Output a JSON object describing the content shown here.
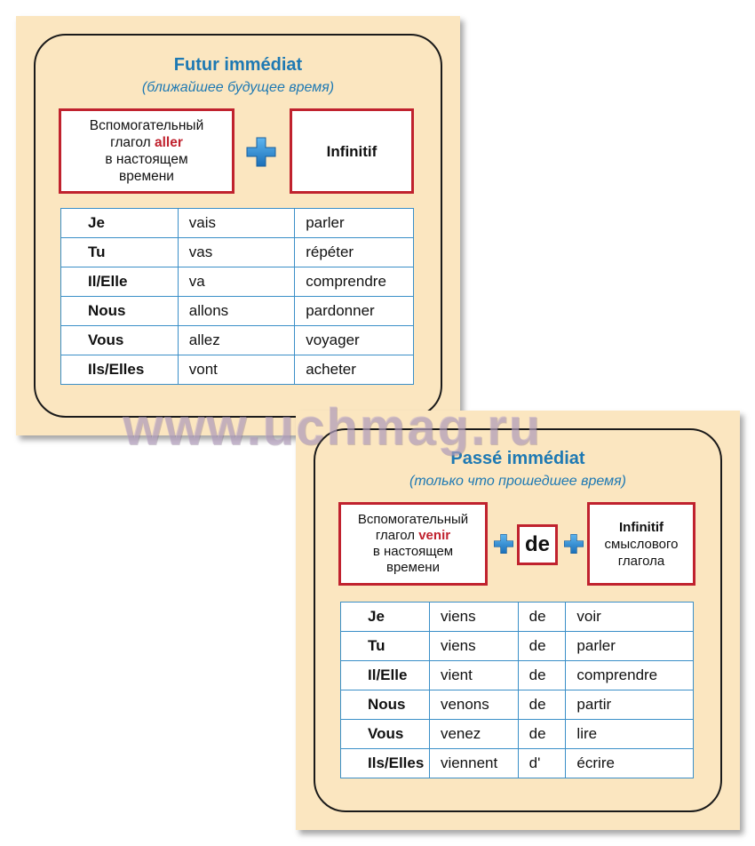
{
  "card1": {
    "title": "Futur immédiat",
    "subtitle": "(ближайшее будущее время)",
    "box_left": {
      "line1": "Вспомогательный",
      "line2_pre": "глагол ",
      "line2_verb": "aller",
      "line3": "в настоящем",
      "line4": "времени"
    },
    "box_right": "Infinitif",
    "rows": [
      [
        "Je",
        "vais",
        "parler"
      ],
      [
        "Tu",
        "vas",
        "répéter"
      ],
      [
        "Il/Elle",
        "va",
        "comprendre"
      ],
      [
        "Nous",
        "allons",
        "pardonner"
      ],
      [
        "Vous",
        "allez",
        "voyager"
      ],
      [
        "Ils/Elles",
        "vont",
        "acheter"
      ]
    ]
  },
  "card2": {
    "title": "Passé immédiat",
    "subtitle": "(только что прошедшее время)",
    "box_left": {
      "line1": "Вспомогательный",
      "line2_pre": "глагол ",
      "line2_verb": "venir",
      "line3": "в настоящем",
      "line4": "времени"
    },
    "de_label": "de",
    "box_right": {
      "line1": "Infinitif",
      "line2": "смыслового",
      "line3": "глагола"
    },
    "rows": [
      [
        "Je",
        "viens",
        "de",
        "voir"
      ],
      [
        "Tu",
        "viens",
        "de",
        "parler"
      ],
      [
        "Il/Elle",
        "vient",
        "de",
        "comprendre"
      ],
      [
        "Nous",
        "venons",
        "de",
        "partir"
      ],
      [
        "Vous",
        "venez",
        "de",
        "lire"
      ],
      [
        "Ils/Elles",
        "viennent",
        "d'",
        "écrire"
      ]
    ]
  },
  "watermark": "www.uchmag.ru",
  "colors": {
    "card_bg": "#fbe6c0",
    "title_blue": "#1e79b3",
    "box_red": "#c0222e",
    "table_border": "#3a8fc8",
    "plus_blue": "#2a8fd6"
  }
}
